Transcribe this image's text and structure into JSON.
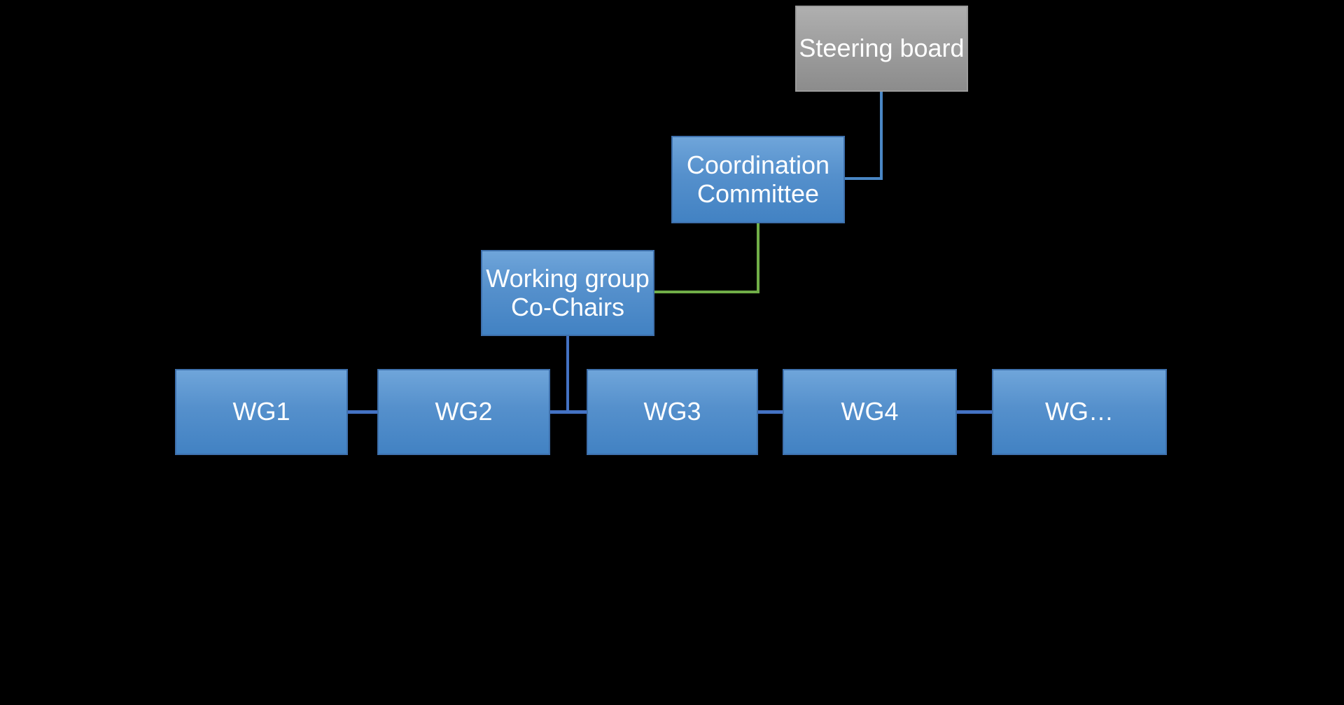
{
  "slide": {
    "background_color": "#000000"
  },
  "diagram": {
    "nodes": {
      "steering": {
        "label": "Steering board",
        "shape_color": "gray"
      },
      "coordination": {
        "label": "Coordination\nCommittee",
        "shape_color": "blue"
      },
      "cochairs": {
        "label": "Working group\nCo-Chairs",
        "shape_color": "blue"
      },
      "wg1": {
        "label": "WG1",
        "shape_color": "blue"
      },
      "wg2": {
        "label": "WG2",
        "shape_color": "blue"
      },
      "wg3": {
        "label": "WG3",
        "shape_color": "blue"
      },
      "wg4": {
        "label": "WG4",
        "shape_color": "blue"
      },
      "wg5": {
        "label": "WG…",
        "shape_color": "blue"
      }
    },
    "connectors": [
      {
        "name": "steering-to-coordination",
        "type": "elbow",
        "color": "#4A87C5",
        "from": "steering (bottom)",
        "to": "coordination (right side)"
      },
      {
        "name": "coordination-to-cochairs",
        "type": "elbow",
        "color": "#70AD47",
        "from": "coordination (bottom)",
        "to": "cochairs (right side)"
      },
      {
        "name": "cochairs-to-wg-row",
        "type": "straight",
        "color": "#4472C4",
        "from": "cochairs (bottom)",
        "to": "wg row link between WG2 and WG3"
      },
      {
        "name": "wg1-wg2",
        "type": "straight",
        "color": "#4472C4"
      },
      {
        "name": "wg2-wg3",
        "type": "straight",
        "color": "#4472C4"
      },
      {
        "name": "wg3-wg4",
        "type": "straight",
        "color": "#4472C4"
      },
      {
        "name": "wg4-wg5",
        "type": "straight",
        "color": "#4472C4"
      }
    ],
    "colors": {
      "blue_node_top": "#6FA5DA",
      "blue_node_bottom": "#4282C3",
      "blue_node_border": "#3E70AC",
      "gray_node_top": "#AFAFAF",
      "gray_node_bottom": "#8C8C8C",
      "gray_node_border": "#9C9C9C",
      "connector_light_blue": "#4A87C5",
      "connector_dark_blue": "#4472C4",
      "connector_green": "#70AD47",
      "label_text": "#FFFFFF"
    }
  }
}
